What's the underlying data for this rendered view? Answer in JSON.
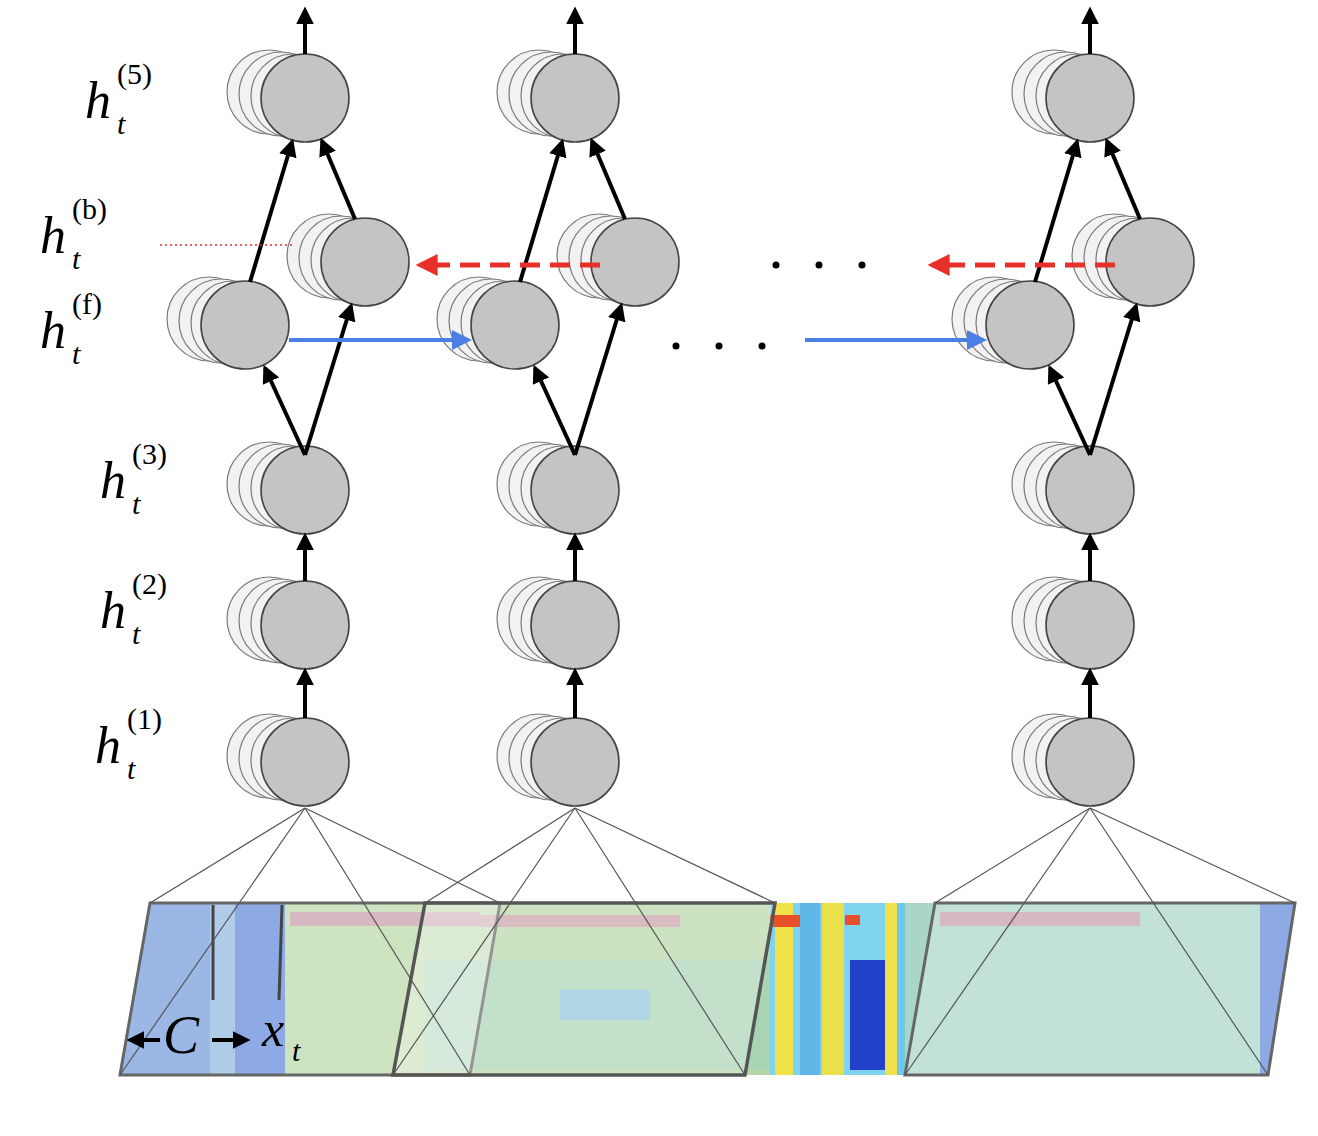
{
  "diagram": {
    "labels": [
      "h",
      "(5)",
      "t",
      "h",
      "(b)",
      "t",
      "h",
      "(f)",
      "t",
      "h",
      "(3)",
      "t",
      "h",
      "(2)",
      "t",
      "h",
      "(1)",
      "t",
      "C",
      "x",
      "t"
    ]
  }
}
